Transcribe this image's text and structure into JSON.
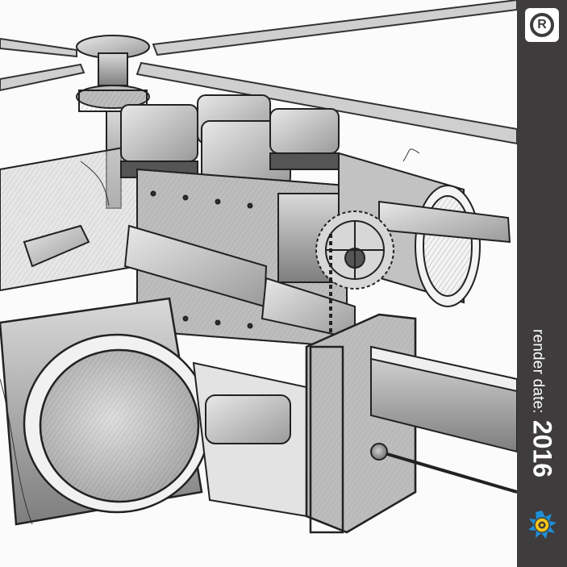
{
  "artwork": {
    "subject": "pencil-drawing-machine-helicopter-engine"
  },
  "sidebar": {
    "logo_icon": "circle-r-logo-icon",
    "logo_letter": "R",
    "label": "render date:",
    "year": "2016",
    "badge_icon": "blue-splash-sticker-icon",
    "background": "#3f3c3d",
    "text_color": "#ffffff",
    "badge_blue": "#1d8fd8",
    "badge_yellow": "#f3c41a"
  }
}
